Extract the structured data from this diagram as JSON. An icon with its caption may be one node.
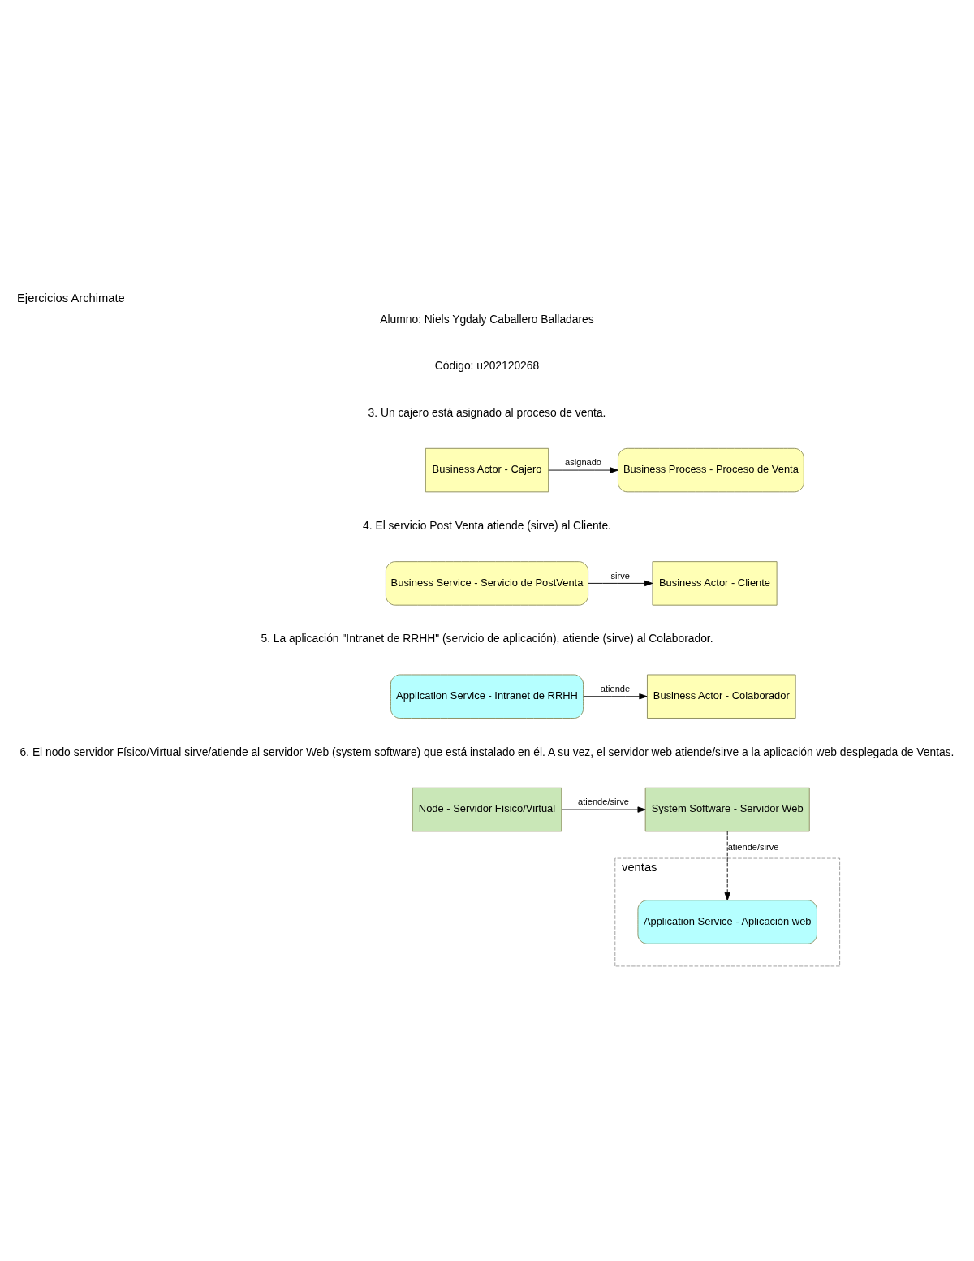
{
  "diagram": {
    "title": "Ejercicios Archimate",
    "nodes": [
      {
        "text": [
          "Business Actor - Cajero"
        ]
      },
      {
        "text": [
          "Business Process - Proceso de Venta"
        ]
      },
      {
        "text": [
          "Business Service - Servicio de PostVenta"
        ]
      },
      {
        "text": [
          "Business Actor - Cliente"
        ]
      },
      {
        "text": [
          "Application Service - Intranet de RRHH"
        ]
      },
      {
        "text": [
          "Business Actor - Colaborador"
        ]
      },
      {
        "text": [
          "Node - Servidor Físico/Virtual"
        ]
      },
      {
        "text": [
          "System Software - Servidor Web"
        ]
      },
      {
        "text": [
          "ventas"
        ]
      },
      {
        "text": [
          "Application Service - Aplicación web"
        ],
        "in": 8
      }
    ],
    "edges": [
      {
        "from": 0,
        "to": 1,
        "arrow": "to",
        "label": "asignado"
      },
      {
        "from": 2,
        "to": 3,
        "arrow": "to",
        "label": "sirve"
      },
      {
        "from": 4,
        "to": 5,
        "arrow": "to",
        "label": "atiende"
      },
      {
        "from": 6,
        "to": 7,
        "arrow": "to",
        "label": "atiende/sirve"
      },
      {
        "from": 7,
        "to": 9,
        "arrow": "to",
        "label": "atiende/sirve",
        "style": "dashed"
      }
    ],
    "labels": [
      "Alumno: Niels Ygdaly Caballero Balladares",
      "Código: u202120268",
      "3. Un cajero está asignado al proceso de venta.",
      "4. El servicio Post Venta atiende (sirve) al Cliente.",
      "5. La aplicación \"Intranet de RRHH\" (servicio de aplicación), atiende (sirve) al Colaborador.",
      "6. El nodo servidor Físico/Virtual sirve/atiende al servidor Web (system software) que está instalado en él. A su vez, el servidor web atiende/sirve a la aplicación web desplegada de Ventas."
    ]
  }
}
